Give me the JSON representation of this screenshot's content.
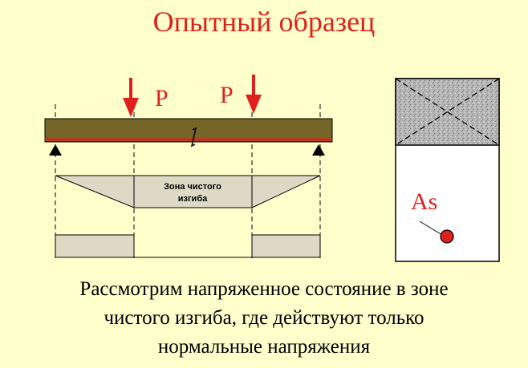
{
  "title": "Опытный образец",
  "load_labels": [
    "P",
    "P"
  ],
  "zone_label_line1": "Зона чистого",
  "zone_label_line2": "изгиба",
  "rebar_label": "As",
  "caption_lines": [
    "Рассмотрим напряженное состояние в зоне",
    "чистого изгиба, где действуют только",
    "нормальные напряжения"
  ],
  "colors": {
    "background": "#ffffcc",
    "accent_red": "#e0201c",
    "beam_fill": "#756526",
    "moment_fill": "#ddd9c4",
    "concrete": "#bdbdbd"
  }
}
